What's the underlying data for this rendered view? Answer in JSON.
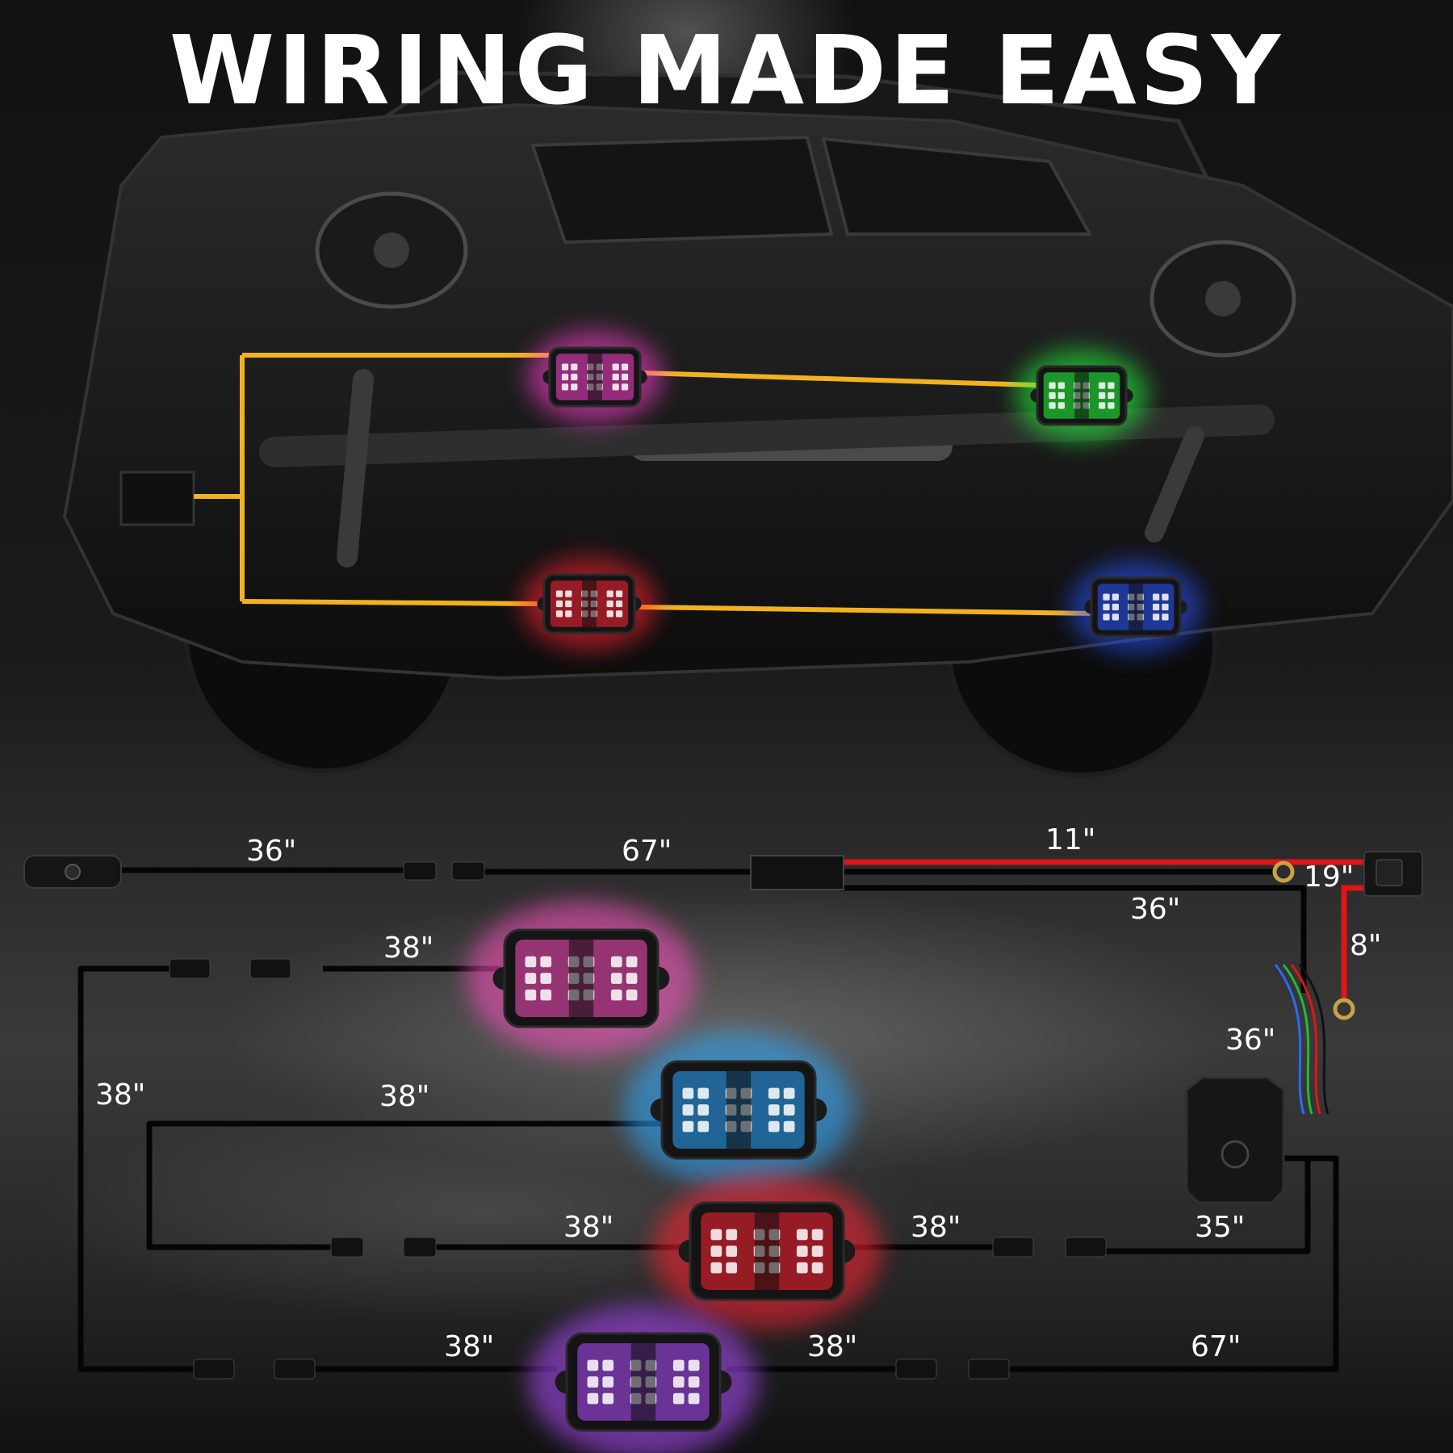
{
  "title": "WIRING MADE EASY",
  "colors": {
    "wire_yellow": "#f2b21f",
    "wire_red": "#e01515",
    "wire_black": "#050505",
    "pod_magenta": "#ff3fd0",
    "pod_green": "#22ff3a",
    "pod_red": "#ff2233",
    "pod_blue": "#2a55ff",
    "pod_cyan": "#29a8ff",
    "pod_purple": "#b04dff",
    "pod_pink": "#ff4fc0"
  },
  "vehicle": {
    "pods": [
      {
        "name": "pod-magenta-front-left",
        "color": "#ff3fd0"
      },
      {
        "name": "pod-green-front-right",
        "color": "#22ff3a"
      },
      {
        "name": "pod-red-rear-left",
        "color": "#ff2233"
      },
      {
        "name": "pod-blue-rear-right",
        "color": "#2a55ff"
      }
    ]
  },
  "wiring_diagram": {
    "labels": {
      "switch_to_connector": "36\"",
      "extension_to_harness": "67\"",
      "red_power_lead": "11\"",
      "ground_lead": "19\"",
      "harness_to_controller": "36\"",
      "fuse_lead": "8\"",
      "controller_rgb_lead": "36\"",
      "pod1_lead": "38\"",
      "left_loop": "38\"",
      "pod2_lead": "38\"",
      "pod3_left_lead": "38\"",
      "pod3_right_lead": "38\"",
      "controller_out_a": "35\"",
      "pod4_left_lead": "38\"",
      "pod4_right_lead": "38\"",
      "controller_out_b": "67\""
    },
    "pods": [
      {
        "name": "pod-pink",
        "color": "#ff4fc0"
      },
      {
        "name": "pod-cyan",
        "color": "#29a8ff"
      },
      {
        "name": "pod-red",
        "color": "#ff2233"
      },
      {
        "name": "pod-purple",
        "color": "#b04dff"
      }
    ]
  }
}
